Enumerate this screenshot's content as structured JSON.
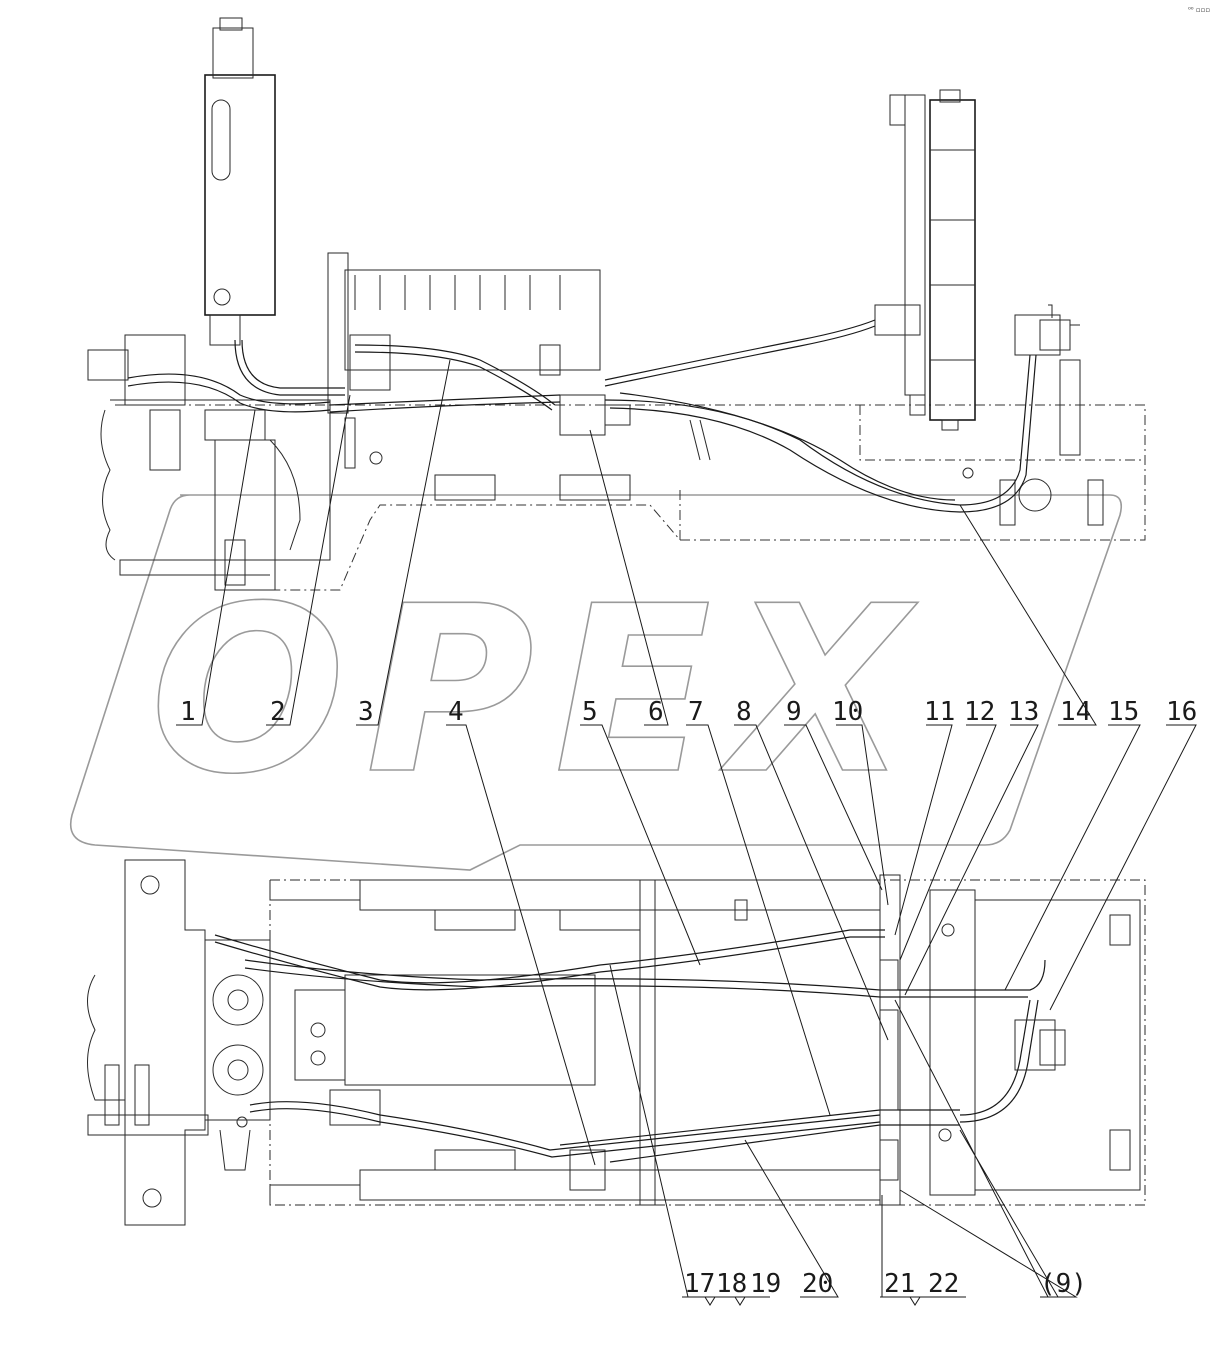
{
  "diagram": {
    "corner_mark": "⁰⁰ ▫▫▫",
    "watermark": "OPEX",
    "callouts": [
      {
        "id": "c1",
        "label": "1"
      },
      {
        "id": "c2",
        "label": "2"
      },
      {
        "id": "c3",
        "label": "3"
      },
      {
        "id": "c4",
        "label": "4"
      },
      {
        "id": "c5",
        "label": "5"
      },
      {
        "id": "c6",
        "label": "6"
      },
      {
        "id": "c7",
        "label": "7"
      },
      {
        "id": "c8",
        "label": "8"
      },
      {
        "id": "c9",
        "label": "9"
      },
      {
        "id": "c10",
        "label": "10"
      },
      {
        "id": "c11",
        "label": "11"
      },
      {
        "id": "c12",
        "label": "12"
      },
      {
        "id": "c13",
        "label": "13"
      },
      {
        "id": "c14",
        "label": "14"
      },
      {
        "id": "c15",
        "label": "15"
      },
      {
        "id": "c16",
        "label": "16"
      },
      {
        "id": "c17",
        "label": "17"
      },
      {
        "id": "c18",
        "label": "18"
      },
      {
        "id": "c19",
        "label": "19"
      },
      {
        "id": "c20",
        "label": "20"
      },
      {
        "id": "c21",
        "label": "21"
      },
      {
        "id": "c22",
        "label": "22"
      },
      {
        "id": "c9b",
        "label": "(9)"
      }
    ]
  }
}
